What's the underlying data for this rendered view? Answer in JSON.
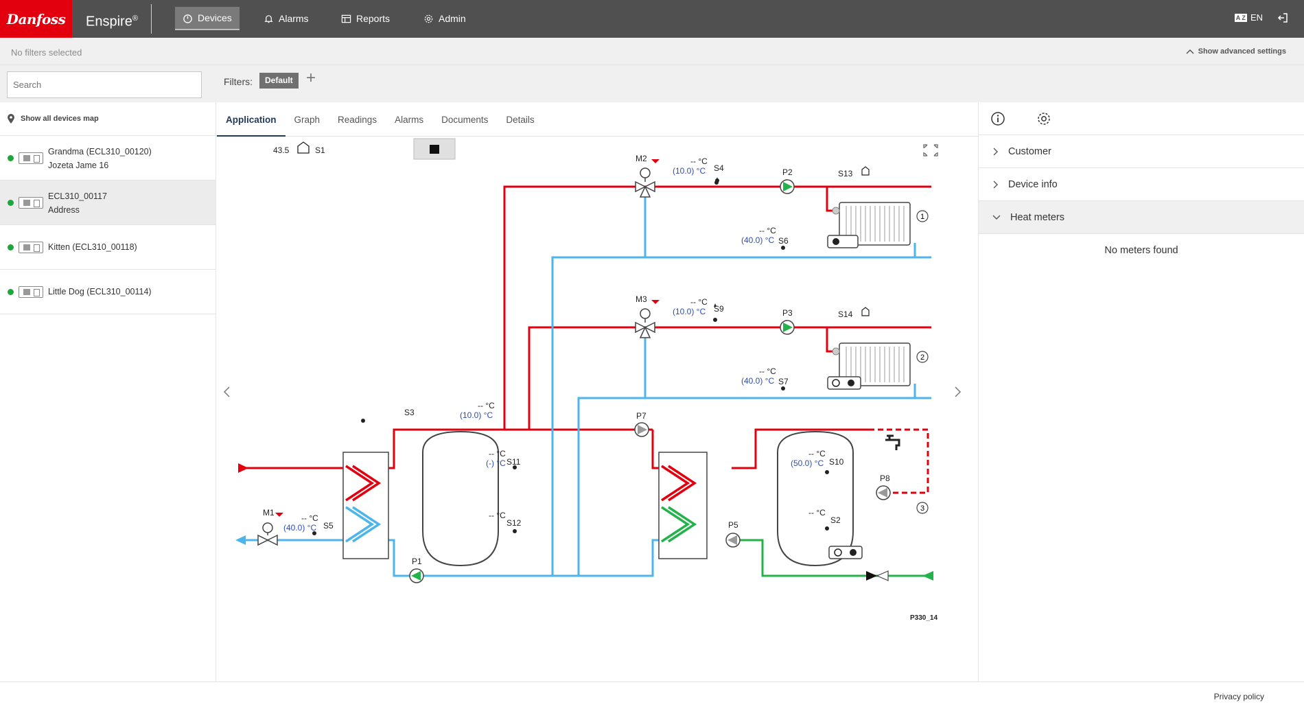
{
  "app": {
    "logo": "Danfoss",
    "brand": "Enspire",
    "brand_mark": "®"
  },
  "nav": [
    {
      "label": "Devices",
      "icon": "gauge-icon"
    },
    {
      "label": "Alarms",
      "icon": "bell-icon"
    },
    {
      "label": "Reports",
      "icon": "table-icon"
    },
    {
      "label": "Admin",
      "icon": "gear-icon"
    }
  ],
  "language": {
    "badge": "A Z",
    "code": "EN"
  },
  "filterbar": {
    "status": "No filters selected",
    "advanced": "Show advanced settings"
  },
  "search": {
    "placeholder": "Search"
  },
  "filters": {
    "label": "Filters:",
    "chip": "Default",
    "add": "+"
  },
  "devices": {
    "map_link": "Show all devices map",
    "items": [
      {
        "name": "Grandma (ECL310_00120)",
        "address": "Jozeta Jame 16",
        "selected": false
      },
      {
        "name": "ECL310_00117",
        "address": "Address",
        "selected": true
      },
      {
        "name": "Kitten (ECL310_00118)",
        "address": "",
        "selected": false
      },
      {
        "name": "Little Dog (ECL310_00114)",
        "address": "",
        "selected": false
      }
    ]
  },
  "tabs": [
    "Application",
    "Graph",
    "Readings",
    "Alarms",
    "Documents",
    "Details"
  ],
  "diagram": {
    "s1_value": "43.5",
    "s1_label": "S1",
    "code": "P330_14",
    "labels": {
      "m1": "M1",
      "m2": "M2",
      "m3": "M3",
      "p1": "P1",
      "p2": "P2",
      "p3": "P3",
      "p5": "P5",
      "p7": "P7",
      "p8": "P8",
      "s2": "S2",
      "s3": "S3",
      "s4": "S4",
      "s5": "S5",
      "s6": "S6",
      "s7": "S7",
      "s9": "S9",
      "s10": "S10",
      "s11": "S11",
      "s12": "S12",
      "s13": "S13",
      "s14": "S14",
      "c1": "1",
      "c2": "2",
      "c3": "3"
    },
    "temps": {
      "dash": "-- °C",
      "s4_set": "(10.0) °C",
      "s6_set": "(40.0) °C",
      "s9_set": "(10.0) °C",
      "s7_set": "(40.0) °C",
      "s3_set": "(10.0) °C",
      "s11_set": "(-) °C",
      "s5_set": "(40.0) °C",
      "s10_set": "(50.0) °C"
    }
  },
  "panel": {
    "rows": [
      "Customer",
      "Device info",
      "Heat meters"
    ],
    "empty": "No meters found"
  },
  "footer": {
    "privacy": "Privacy policy"
  },
  "colors": {
    "supply": "#e2000f",
    "return": "#4cb5ea",
    "green": "#24b24b",
    "topbar": "#505050"
  }
}
